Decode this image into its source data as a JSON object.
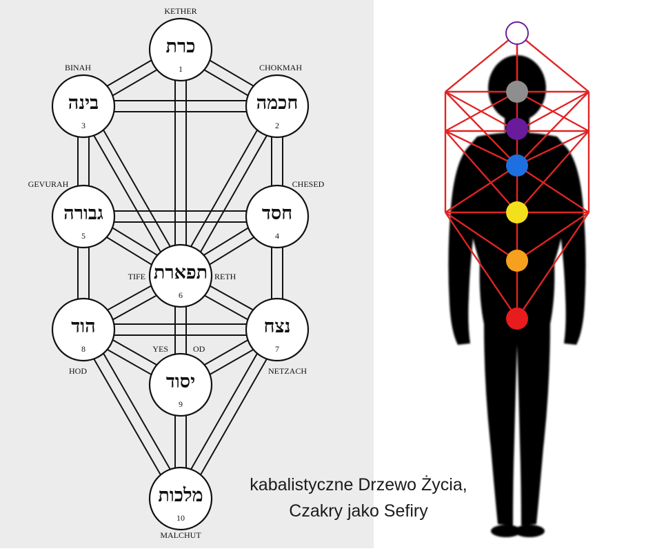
{
  "sefirot": [
    {
      "num": "1",
      "hebrew": "כרת",
      "name": "KETHER"
    },
    {
      "num": "2",
      "hebrew": "חכמה",
      "name": "CHOKMAH"
    },
    {
      "num": "3",
      "hebrew": "בינה",
      "name": "BINAH"
    },
    {
      "num": "4",
      "hebrew": "חסד",
      "name": "CHESED"
    },
    {
      "num": "5",
      "hebrew": "גבורה",
      "name": "GEVURAH"
    },
    {
      "num": "6",
      "hebrew": "תפארת",
      "name_left": "TIFE",
      "name_right": "RETH"
    },
    {
      "num": "7",
      "hebrew": "נצח",
      "name": "NETZACH"
    },
    {
      "num": "8",
      "hebrew": "הוד",
      "name": "HOD"
    },
    {
      "num": "9",
      "hebrew": "יסוד",
      "name_left": "YES",
      "name_right": "OD"
    },
    {
      "num": "10",
      "hebrew": "מלכות",
      "name": "MALCHUT"
    }
  ],
  "chakras": [
    {
      "name": "crown-top",
      "color": "#ffffff",
      "stroke": "#6a1b9a"
    },
    {
      "name": "gray",
      "color": "#8e8e8e"
    },
    {
      "name": "violet",
      "color": "#6a1b9a"
    },
    {
      "name": "blue",
      "color": "#1e6fe0"
    },
    {
      "name": "yellow",
      "color": "#f2e01c"
    },
    {
      "name": "orange",
      "color": "#f5a01e"
    },
    {
      "name": "red",
      "color": "#e81c1c"
    }
  ],
  "colors": {
    "lines": "#e02424",
    "body": "#000000",
    "left_bg": "#ececec"
  },
  "caption": {
    "line1": "kabalistyczne Drzewo Życia,",
    "line2": "Czakry jako Sefiry"
  }
}
